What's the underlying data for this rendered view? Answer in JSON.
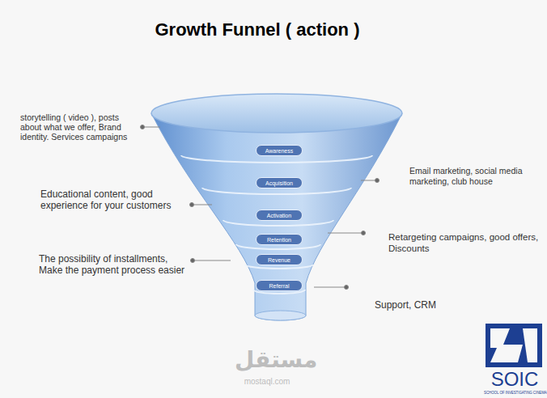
{
  "diagram": {
    "title": "Growth Funnel ( action )",
    "nodes": [
      {
        "text": [
          "Awareness"
        ]
      },
      {
        "text": [
          "Acquisition"
        ]
      },
      {
        "text": [
          "Activation"
        ]
      },
      {
        "text": [
          "Retention"
        ]
      },
      {
        "text": [
          "Revenue"
        ]
      },
      {
        "text": [
          "Referral"
        ]
      }
    ],
    "labels": [
      "storytelling ( video ), posts about what we offer, Brand identity. Services campaigns",
      "Email marketing, social media marketing, club house",
      "Educational content, good experience for your customers",
      "Retargeting campaigns, good offers, Discounts",
      "The possibility of installments, Make the payment process easier",
      "Support, CRM",
      "SOIC",
      "SCHOOL OF INVESTIGATING CINEMA",
      "مستقل",
      "mostaql.com"
    ]
  }
}
